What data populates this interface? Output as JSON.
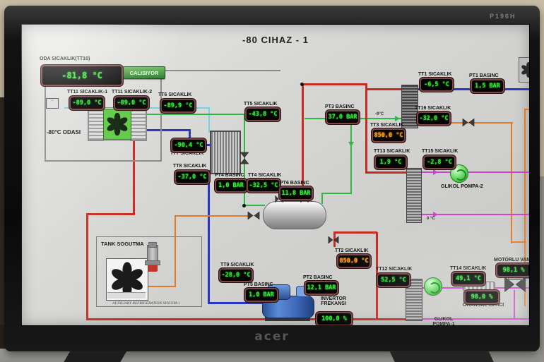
{
  "monitor": {
    "brand": "acer",
    "model": "P196H"
  },
  "screen_title": "-80 CIHAZ - 1",
  "status_button": {
    "label": "CALISIYOR",
    "color": "#3f9a3f"
  },
  "sensors": {
    "tt10": {
      "label": "ODA SICAKLIK(TT10)",
      "value": "-81,8 °C"
    },
    "tt11_1": {
      "label": "TT11 SICAKLIK-1",
      "value": "-89,0 °C"
    },
    "tt11_2": {
      "label": "TT11 SICAKLIK-2",
      "value": "-89,0 °C"
    },
    "tt6": {
      "label": "TT6 SICAKLIK",
      "value": "-89,9 °C"
    },
    "tt5": {
      "label": "TT5 SICAKLIK",
      "value": "-43,8 °C"
    },
    "tt7": {
      "label": "TT7 SICAKLIK",
      "value": "-90,4 °C"
    },
    "tt8": {
      "label": "TT8 SICAKLIK",
      "value": "-37,0 °C"
    },
    "pt4": {
      "label": "PT4 BASINC",
      "value": "1,0 BAR"
    },
    "tt4": {
      "label": "TT4 SICAKLIK",
      "value": "-32,5 °C"
    },
    "pt6": {
      "label": "PT6 BASINC",
      "value": "11,8 BAR"
    },
    "pt3": {
      "label": "PT3 BASINC",
      "value": "37,0 BAR"
    },
    "tt3": {
      "label": "TT3 SICAKLIK",
      "value": "850,0 °C",
      "value_color": "#ffa020"
    },
    "tt1": {
      "label": "TT1 SICAKLIK",
      "value": "-6,5 °C"
    },
    "pt1": {
      "label": "PT1 BASINC",
      "value": "1,5 BAR"
    },
    "tt16": {
      "label": "TT16 SICAKLIK",
      "value": "-32,0 °C"
    },
    "tt13": {
      "label": "TT13 SICAKLIK",
      "value": "1,9 °C"
    },
    "tt15": {
      "label": "TT15 SICAKLIK",
      "value": "-2,8 °C"
    },
    "tt12": {
      "label": "TT12 SICAKLIK",
      "value": "52,5 °C"
    },
    "tt14": {
      "label": "TT14 SICAKLIK",
      "value": "49,1 °C"
    },
    "tt9": {
      "label": "TT9 SICAKLIK",
      "value": "-28,0 °C"
    },
    "pt5": {
      "label": "PT5 BASINC",
      "value": "1,0 BAR"
    },
    "pt2": {
      "label": "PT2 BASINC",
      "value": "12,1 BAR"
    },
    "tt2": {
      "label": "TT2 SICAKLIK",
      "value": "850,0 °C",
      "value_color": "#ffa020"
    },
    "inverter": {
      "label": "INVERTOR\nFREKANSI",
      "value": "100,0 %"
    },
    "motorlu": {
      "label": "MOTORLU VANA",
      "value": "98,1 %"
    },
    "oransal": {
      "label": "ORANSAL ISITICI",
      "value": "98,0 %"
    }
  },
  "labels": {
    "room": "-80°C ODASI",
    "glikol_pompa_2": "GLIKOL POMPA-2",
    "glikol_pompa_1": "GLIKOL\nPOMPA-1",
    "tank": "TANK SOGUTMA",
    "aux": "AUXILIARY REFRIGERATION SYSTEM-1",
    "pipe_minus9": "-9°C",
    "pipe_zero": "0 °C"
  },
  "colors": {
    "pipe_red": "#c62a20",
    "pipe_green": "#2fb944",
    "pipe_blue": "#2a35c8",
    "pipe_cyan": "#6fd4e4",
    "pipe_orange": "#e07a28",
    "pipe_magenta": "#cc44cc",
    "pipe_gray": "#8a8a8a",
    "led_green": "#39e639",
    "led_warn": "#ffa020"
  }
}
